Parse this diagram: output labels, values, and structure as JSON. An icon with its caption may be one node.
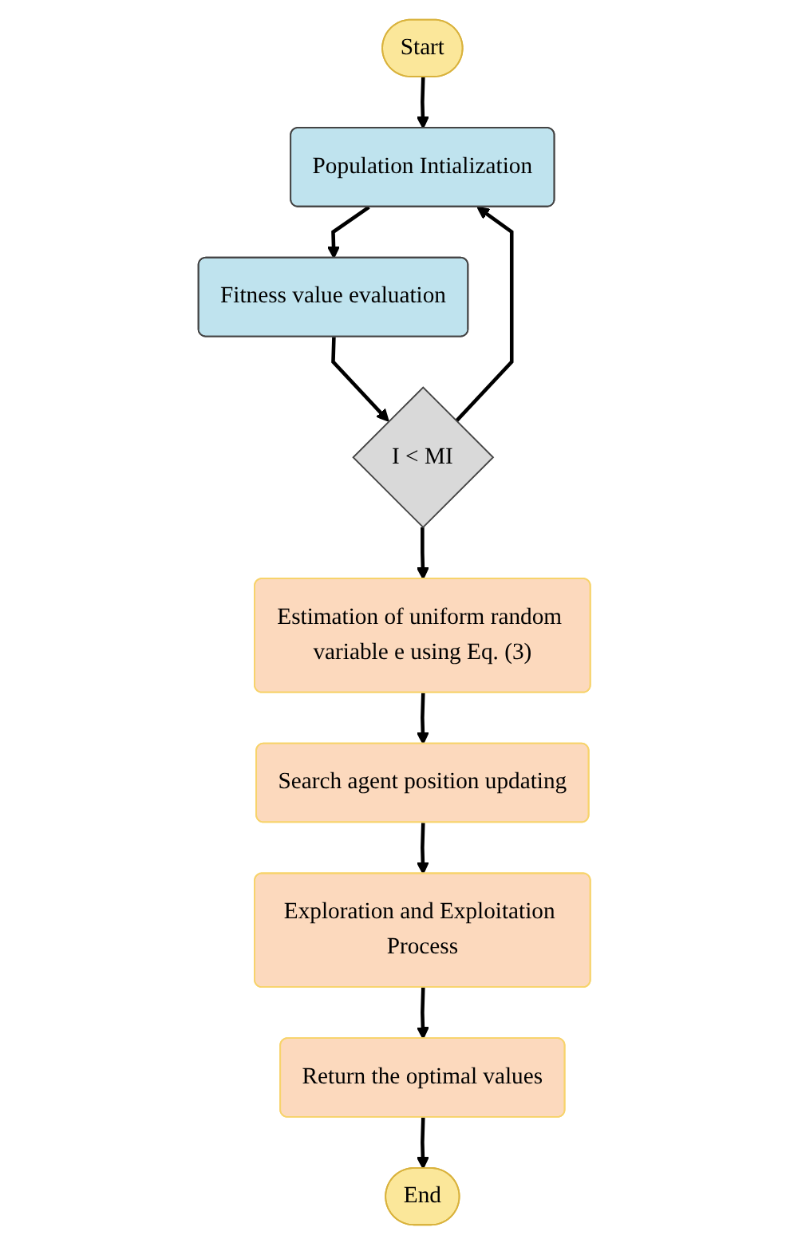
{
  "diagram": {
    "nodes": [
      {
        "text": [
          "Start"
        ]
      },
      {
        "text": [
          "Population Intialization"
        ]
      },
      {
        "text": [
          "Fitness value evaluation"
        ]
      },
      {
        "text": [
          "I < MI"
        ]
      },
      {
        "text": [
          "Estimation of uniform random variable e using Eq. (3)"
        ]
      },
      {
        "text": [
          "Search agent position updating"
        ]
      },
      {
        "text": [
          "Exploration and Exploitation Process"
        ]
      },
      {
        "text": [
          "Return the optimal values"
        ]
      },
      {
        "text": [
          "End"
        ]
      }
    ],
    "edges": [
      {
        "from": 0,
        "to": 1,
        "arrow": "to"
      },
      {
        "from": 1,
        "to": 2,
        "arrow": "to"
      },
      {
        "from": 2,
        "to": 3,
        "arrow": "to"
      },
      {
        "from": 3,
        "to": 1,
        "arrow": "to"
      },
      {
        "from": 3,
        "to": 4,
        "arrow": "to"
      },
      {
        "from": 4,
        "to": 5,
        "arrow": "to"
      },
      {
        "from": 5,
        "to": 6,
        "arrow": "to"
      },
      {
        "from": 6,
        "to": 7,
        "arrow": "to"
      },
      {
        "from": 7,
        "to": 8,
        "arrow": "to"
      }
    ]
  }
}
